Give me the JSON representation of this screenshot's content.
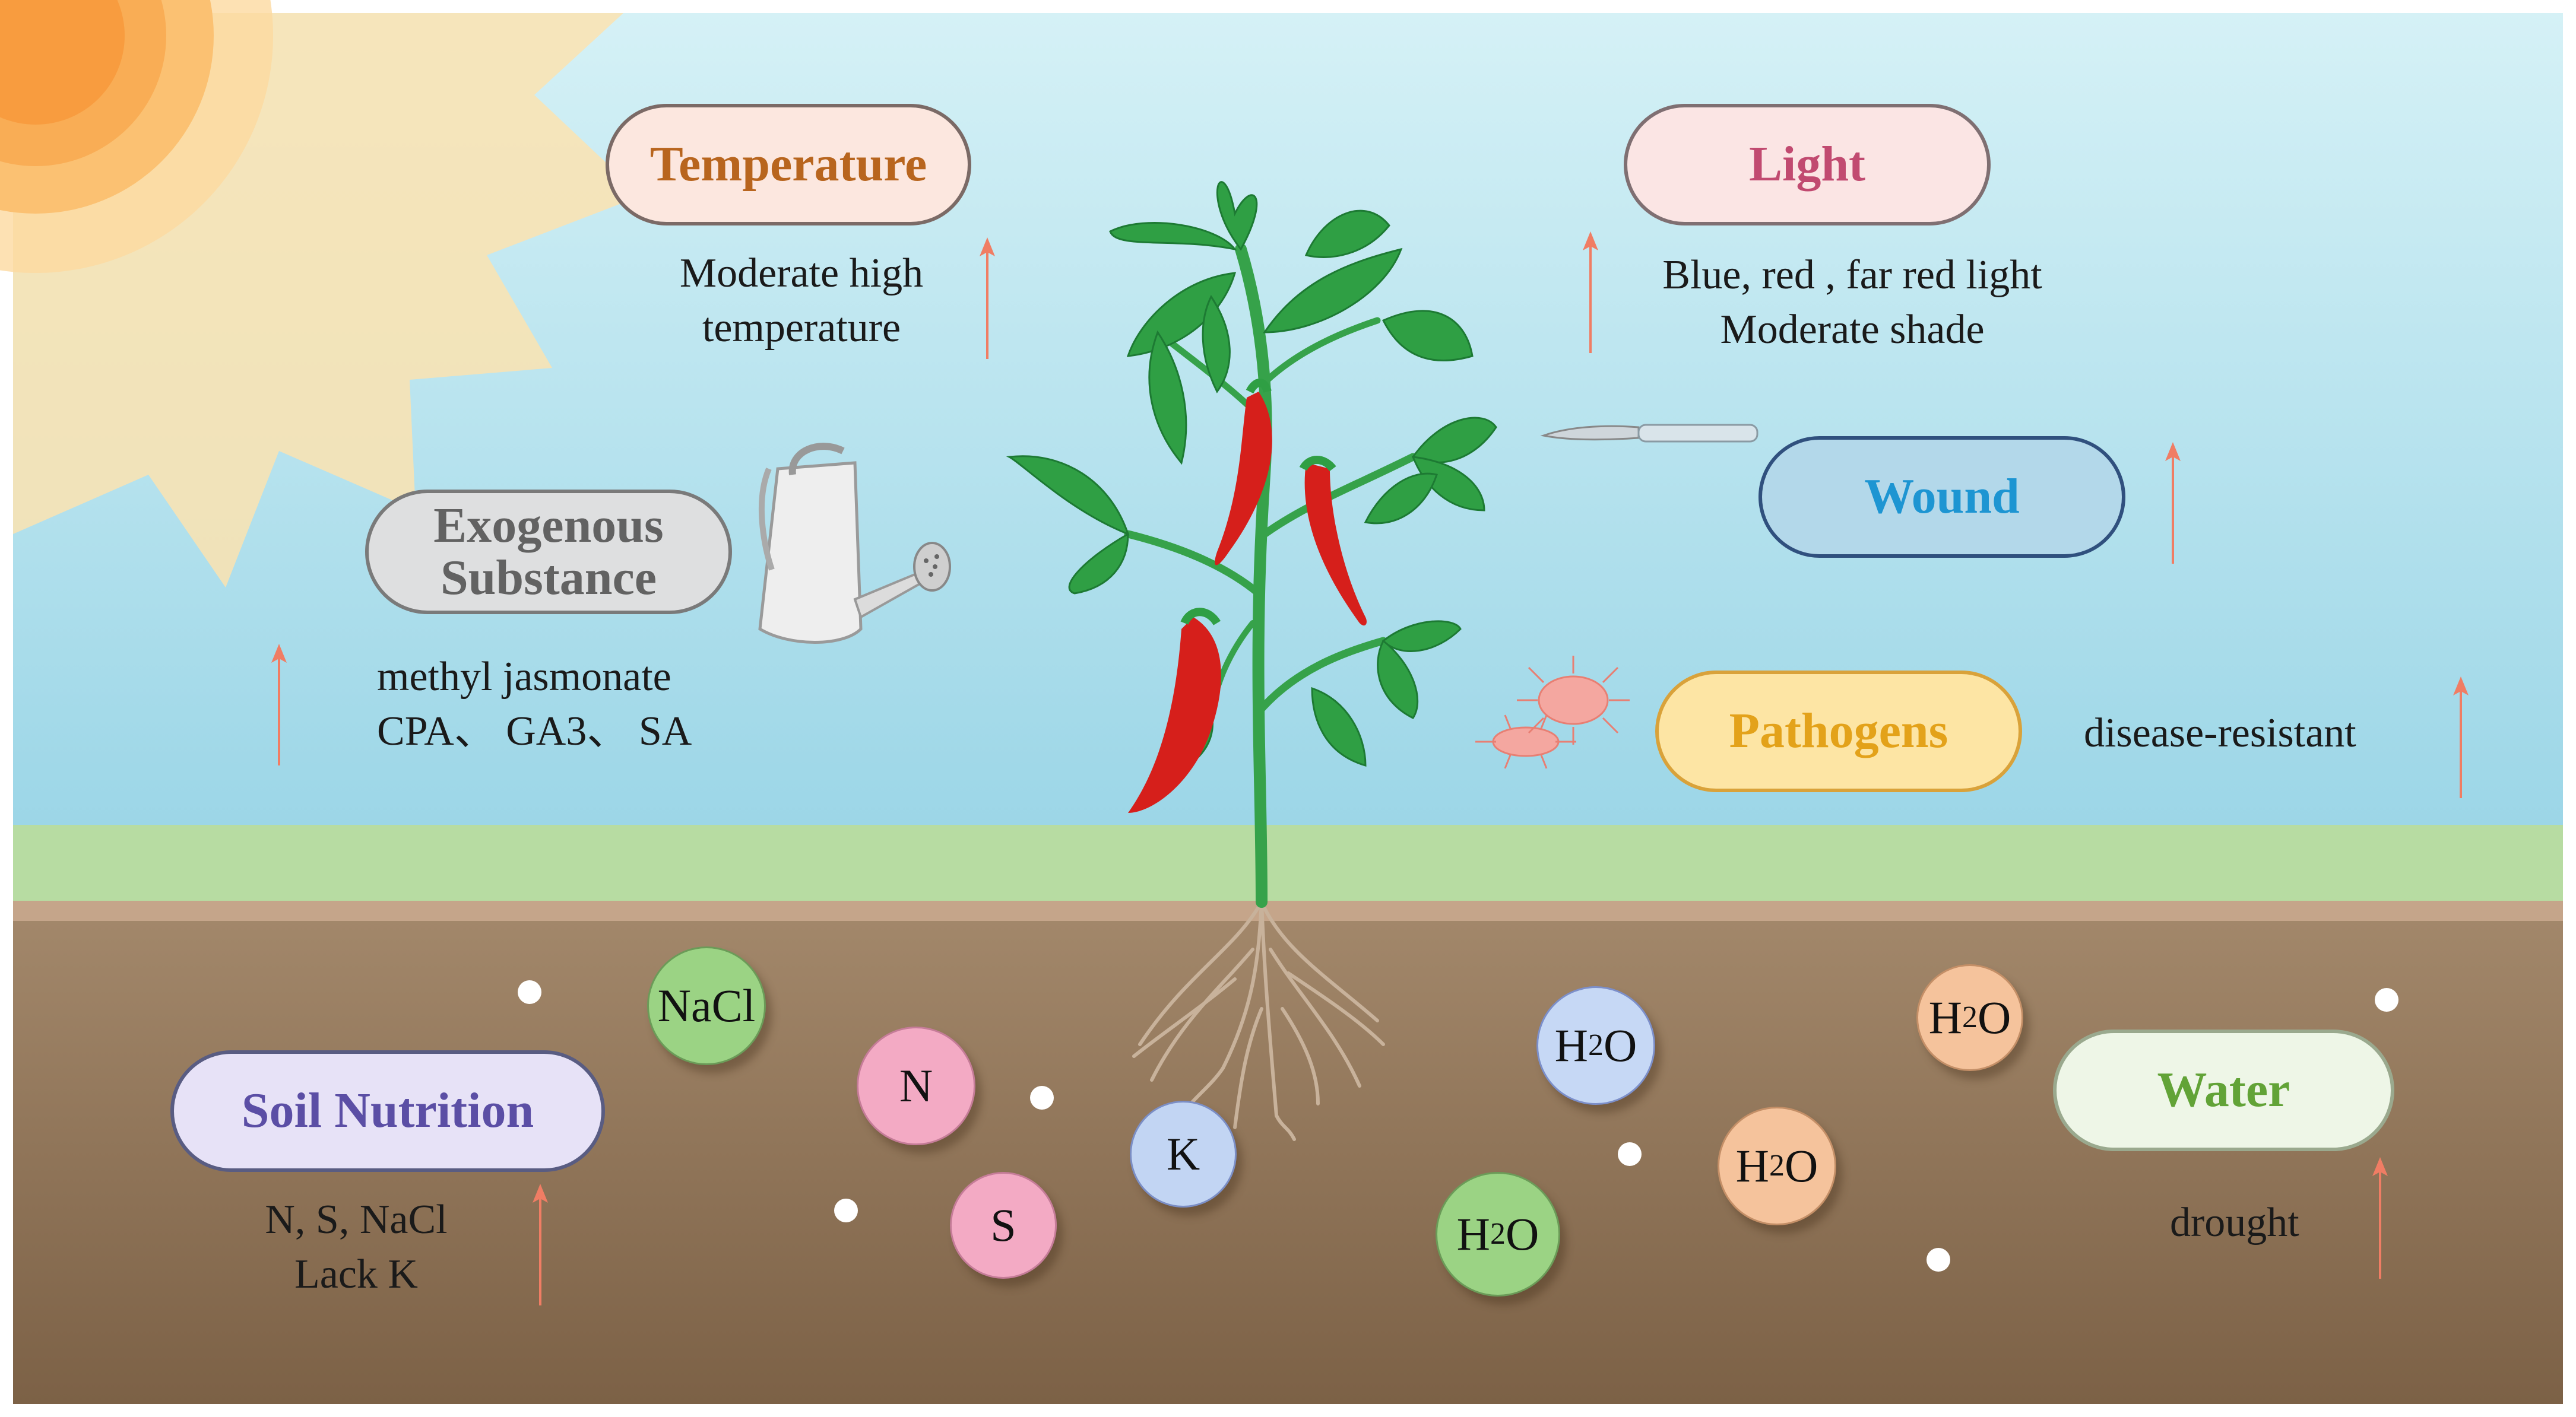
{
  "factors": {
    "temperature": {
      "label": "Temperature",
      "note_line1": "Moderate high",
      "note_line2": "temperature"
    },
    "light": {
      "label": "Light",
      "note_line1": "Blue, red , far red light",
      "note_line2": "Moderate shade"
    },
    "exogenous": {
      "label_line1": "Exogenous",
      "label_line2": "Substance",
      "note_line1": "methyl jasmonate",
      "note_line2": "CPA、 GA3、 SA"
    },
    "wound": {
      "label": "Wound"
    },
    "pathogens": {
      "label": "Pathogens",
      "note": "disease-resistant"
    },
    "soil_nutrition": {
      "label": "Soil Nutrition",
      "note_line1": "N, S, NaCl",
      "note_line2": "Lack K"
    },
    "water": {
      "label": "Water",
      "note": "drought"
    }
  },
  "ions": {
    "nacl": "NaCl",
    "n": "N",
    "s": "S",
    "k": "K",
    "h2o_base": "H",
    "h2o_sub": "2",
    "h2o_tail": "O"
  },
  "colors": {
    "sky_top": "#cdeef4",
    "sky_bottom": "#9fd8e8",
    "grass": "#b6dca0",
    "soil": "#8f7254",
    "arrow": "#f07d64",
    "leaf": "#2fa043",
    "pepper": "#d8201c"
  }
}
